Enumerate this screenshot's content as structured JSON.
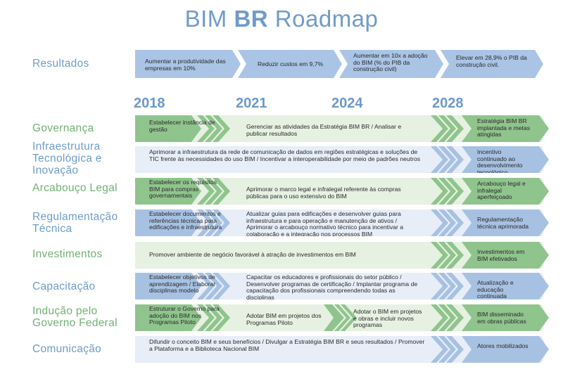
{
  "title": {
    "part1": "BIM",
    "bold": "BR",
    "part2": "Roadmap"
  },
  "results": {
    "label": "Resultados",
    "items": [
      "Aumentar a produtividade das empresas em 10%",
      "Reduzir custos em 9,7%",
      "Aumentar em 10x a adoção do BIM (% do PIB da construção civil)",
      "Elevar em 28,9% o PIB da construção civil."
    ]
  },
  "years": [
    "2018",
    "2021",
    "2024",
    "2028"
  ],
  "rows": [
    {
      "label": "Governança",
      "color": "green",
      "c1": "Estabelecer instância de gestão",
      "c2": "Gerenciar as atividades da Estratégia BIM BR / Analisar e publicar resultados",
      "c3": "Estratégia BIM BR implantada e metas atingidas"
    },
    {
      "label": "Infraestrutura Tecnológica e Inovação",
      "color": "blue",
      "wide": "Aprimorar a infraestrutura da rede de comunicação de dados em regiões estratégicas e soluções de TIC frente às necessidades do uso BIM / Incentivar a interoperabilidade por meio de padrões neutros",
      "c3": "Incentivo continuado ao desenvolvimento tecnológico"
    },
    {
      "label": "Arcabouço Legal",
      "color": "green",
      "c1": "Estabelecer os requisitos BIM para compras governamentais",
      "c2": "Aprimorar o marco legal e infralegal referente às compras públicas para o uso extensivo do BIM",
      "c3": "Arcabouço legal e infralegal aperfeiçoado"
    },
    {
      "label": "Regulamentação Técnica",
      "color": "blue",
      "c1": "Estabelecer documentos e referências técnicas para edificações e infraestrutura",
      "c2": "Atualizar guias para edificações e desenvolver guias para infraestrutura e para operação e manutenção de ativos / Aprimorar o arcabouço normativo técnico para incentivar a colaboração e a integração nos processos BIM",
      "c3": "Regulamentação técnica aprimorada"
    },
    {
      "label": "Investimentos",
      "color": "green",
      "wide": "Promover ambiente de negócio favorável à atração de investimentos em BIM",
      "c3": "Investimentos em BIM efetivados"
    },
    {
      "label": "Capacitação",
      "color": "blue",
      "c1": "Estabelecer objetivos de aprendizagem / Elaborar disciplinas modelo",
      "c2": "Capacitar os educadores e profissionais do setor público / Desenvolver programas de certificação / Implantar programa de capacitação dos profissionais compreendendo todas as disciplinas",
      "c3": "Atualização e educação continuada"
    },
    {
      "label": "Indução pelo Governo Federal",
      "color": "green",
      "c1": "Estruturar o Governo para adoção do BIM nos Programas Piloto",
      "c2": "Adotar BIM em projetos dos Programas Piloto",
      "c2b": "Adotar o BIM em projetos e obras e incluir novos programas",
      "c3": "BIM disseminado em obras públicas"
    },
    {
      "label": "Comunicação",
      "color": "blue",
      "wide": "Difundir o conceito BIM e seus benefícios / Divulgar a Estratégia BIM BR e seus resultados / Promover a Plataforma e a Biblioteca Nacional BIM",
      "c3": "Atores mobilizados"
    }
  ],
  "colors": {
    "green_dark": "#8fc48d",
    "green_light": "#e6f1e2",
    "blue_dark": "#a7c1e3",
    "blue_light": "#e7eef8",
    "result_box": "#aac4e6",
    "year": "#6d98c8"
  }
}
